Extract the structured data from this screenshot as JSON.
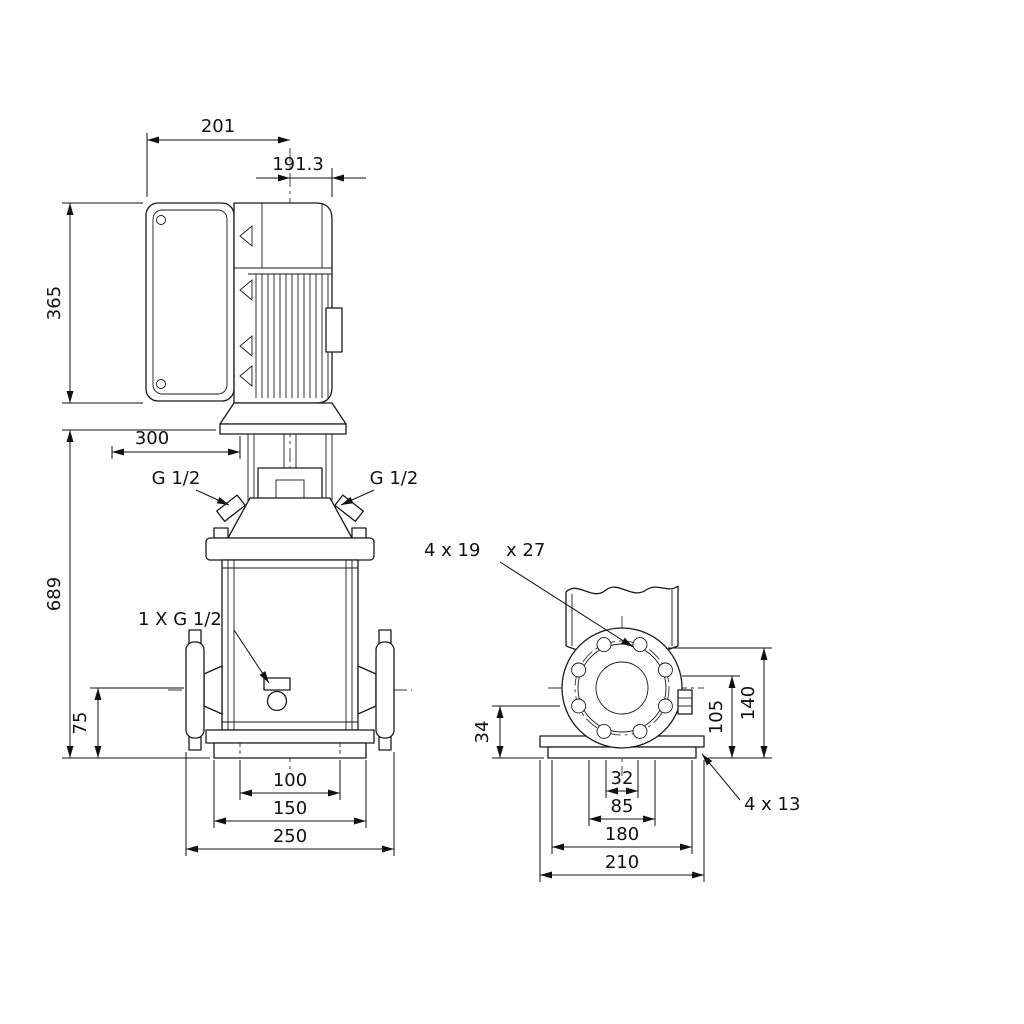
{
  "meta": {
    "background": "#ffffff",
    "line_color": "#1a1a1a"
  },
  "front_view": {
    "dim_201": "201",
    "dim_191_3": "191.3",
    "dim_365": "365",
    "dim_300": "300",
    "dim_689": "689",
    "dim_75": "75",
    "dim_100": "100",
    "dim_150": "150",
    "dim_250": "250",
    "port_left_label": "G 1/2",
    "port_right_label": "G 1/2",
    "drain_label": "1 X G 1/2"
  },
  "side_view": {
    "flange_holes_label_a": "4 x 19",
    "flange_holes_label_b": "x 27",
    "dim_34": "34",
    "dim_105": "105",
    "dim_140": "140",
    "dim_32": "32",
    "dim_85": "85",
    "dim_180": "180",
    "dim_210": "210",
    "base_holes_label": "4 x 13"
  }
}
